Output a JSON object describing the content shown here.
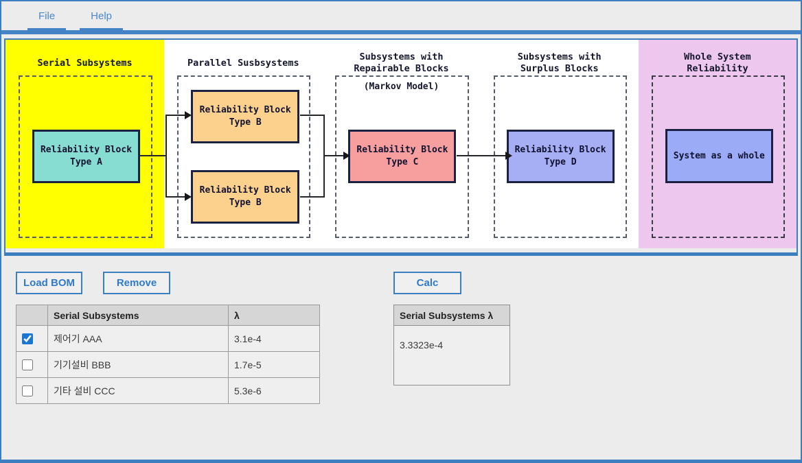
{
  "menu": {
    "file_label": "File",
    "help_label": "Help"
  },
  "diagram": {
    "panels": [
      {
        "title_lines": [
          "Serial Subsystems"
        ],
        "bg": "#ffff00",
        "blocks": [
          {
            "line1": "Reliability Block",
            "line2": "Type A",
            "fill": "#88ddd2"
          }
        ]
      },
      {
        "title_lines": [
          "Parallel Susbsystems"
        ],
        "bg": "#ffffff",
        "blocks": [
          {
            "line1": "Reliability Block",
            "line2": "Type B",
            "fill": "#fbd18d"
          },
          {
            "line1": "Reliability Block",
            "line2": "Type B",
            "fill": "#fbd18d"
          }
        ]
      },
      {
        "title_lines": [
          "Subsystems with",
          "Repairable Blocks"
        ],
        "note": "(Markov Model)",
        "bg": "#ffffff",
        "blocks": [
          {
            "line1": "Reliability Block",
            "line2": "Type C",
            "fill": "#f79f9f"
          }
        ]
      },
      {
        "title_lines": [
          "Subsystems with",
          "Surplus Blocks"
        ],
        "bg": "#ffffff",
        "blocks": [
          {
            "line1": "Reliability Block",
            "line2": "Type D",
            "fill": "#a6aff3"
          }
        ]
      },
      {
        "title_lines": [
          "Whole System",
          "Reliability"
        ],
        "bg": "#eec7ee",
        "blocks": [
          {
            "line1": "System as a whole",
            "line2": "",
            "fill": "#9cabf5"
          }
        ]
      }
    ]
  },
  "buttons": {
    "load_bom": "Load BOM",
    "remove": "Remove",
    "calc": "Calc"
  },
  "bom_table": {
    "headers": {
      "checkbox": "",
      "name": "Serial Subsystems",
      "lambda": "λ"
    },
    "rows": [
      {
        "checked": true,
        "name": "제어기 AAA",
        "lambda": "3.1e-4"
      },
      {
        "checked": false,
        "name": "기기설비 BBB",
        "lambda": "1.7e-5"
      },
      {
        "checked": false,
        "name": "기타 설비 CCC",
        "lambda": "5.3e-6"
      }
    ]
  },
  "result_table": {
    "header": "Serial Subsystems λ",
    "value": "3.3323e-4"
  },
  "colors": {
    "accent_blue": "#3d7ebe",
    "menu_band_blue": "#4584c4",
    "button_text_blue": "#2f7ac9",
    "panel_yellow": "#ffff00",
    "panel_pink": "#eec7ee",
    "block_border_navy": "#1b2142",
    "checkbox_checked": "#1b76d2"
  }
}
